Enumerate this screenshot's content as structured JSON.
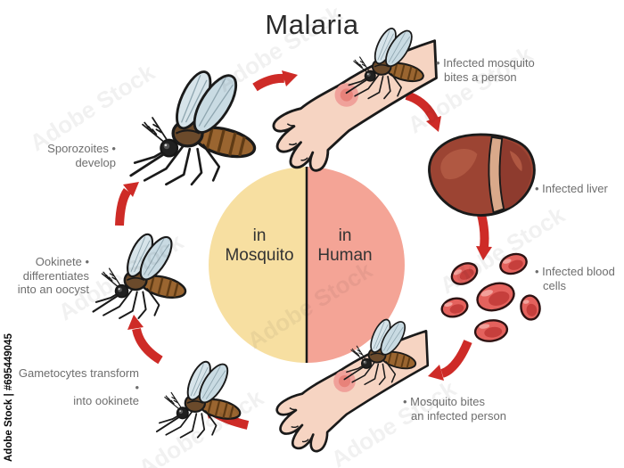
{
  "title": "Malaria",
  "watermark": {
    "brand": "Adobe Stock",
    "credit": "Adobe Stock | #695449045"
  },
  "center_circle": {
    "left_label": "in\nMosquito",
    "right_label": "in\nHuman"
  },
  "steps": [
    {
      "name": "infected-mosquito-bites-person",
      "text": "• Infected mosquito\nbites a person"
    },
    {
      "name": "infected-liver",
      "text": "• Infected liver"
    },
    {
      "name": "infected-blood-cells",
      "text": "• Infected blood\ncells"
    },
    {
      "name": "mosquito-bites-infected-person",
      "text": "• Mosquito bites\nan infected person"
    },
    {
      "name": "gametocytes-transform",
      "text": "Gametocytes transform •\ninto ookinete"
    },
    {
      "name": "ookinete-differentiates",
      "text": "Ookinete •\ndifferentiates\ninto an oocyst"
    },
    {
      "name": "sporozoites-develop",
      "text": "Sporozoites •\ndevelop"
    }
  ],
  "colors": {
    "title_color": "#2B2B2B",
    "label_gray": "#6E6E6E",
    "circle_mosquito": "#F7DFA1",
    "circle_human": "#F4A496",
    "arrow_red": "#CE2B27",
    "outline": "#1A1A1A",
    "skin": "#F6D4C2",
    "bite_outer": "#F0A19A",
    "bite_inner": "#E8827A",
    "wing_back": "#D7E4EA",
    "wing_front": "#C9DBE3",
    "abdomen_brown": "#9A6530",
    "abdomen_stripe": "#5F3B15",
    "thorax_brown": "#6B4A2B",
    "liver_base": "#9C4433",
    "liver_right": "#8E3B2E",
    "liver_band": "#D9A98A",
    "liver_highlight": "#B05842",
    "blood_rim": "#E4625D",
    "blood_core": "#C63F3C",
    "blood_highlight": "#F2A09A"
  }
}
